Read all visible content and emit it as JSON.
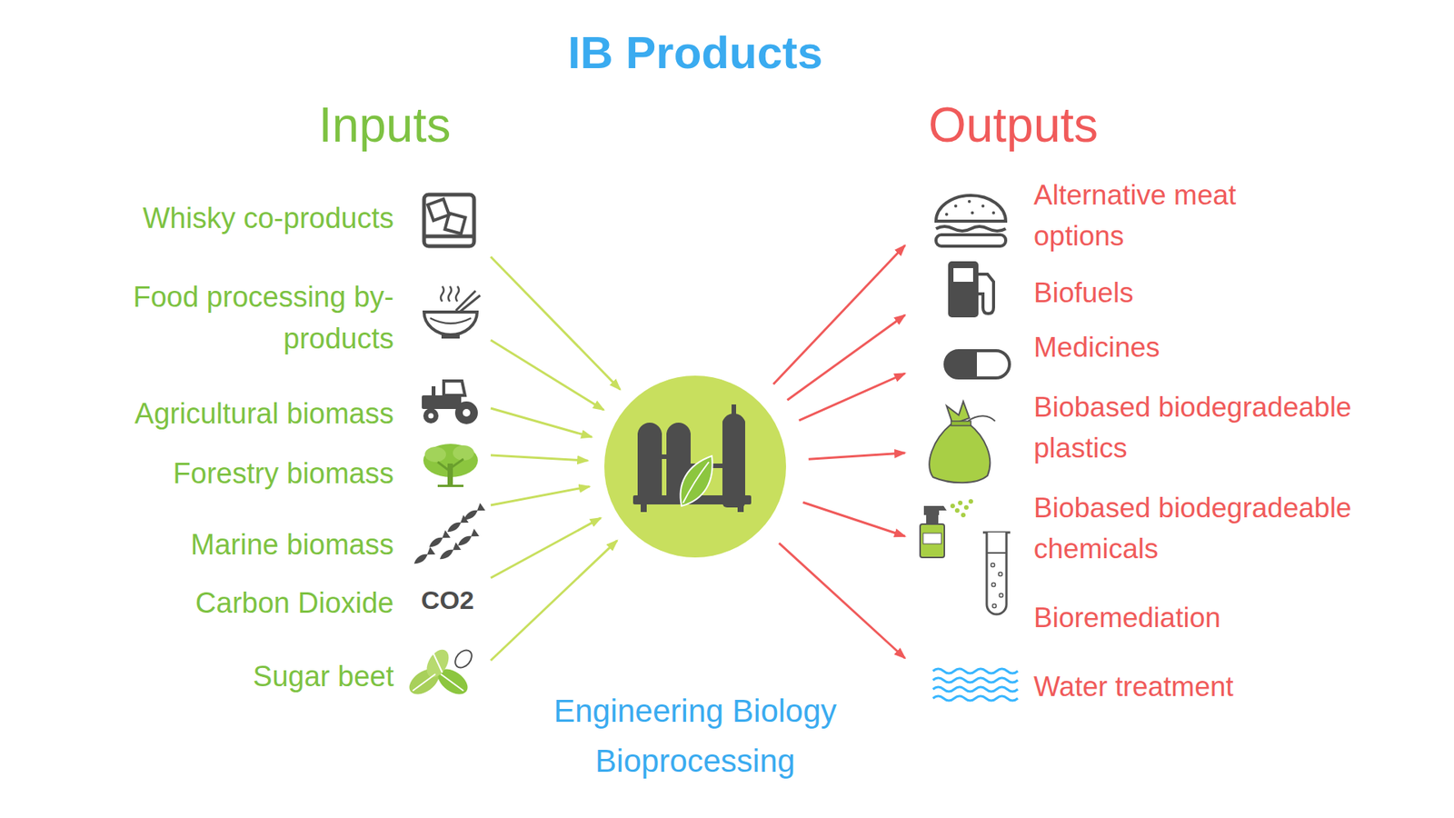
{
  "diagram": {
    "title": "IB Products",
    "nodes": [
      {
        "text": [
          "Whisky co-products"
        ]
      },
      {
        "text": [
          "Food processing by-products"
        ]
      },
      {
        "text": [
          "Agricultural biomass"
        ]
      },
      {
        "text": [
          "Forestry biomass"
        ]
      },
      {
        "text": [
          "Marine biomass"
        ]
      },
      {
        "text": [
          "Carbon Dioxide"
        ]
      },
      {
        "text": [
          "Sugar beet"
        ]
      },
      {
        "text": [
          "Engineering Biology Bioprocessing"
        ]
      },
      {
        "text": [
          "Alternative meat options"
        ]
      },
      {
        "text": [
          "Biofuels"
        ]
      },
      {
        "text": [
          "Medicines"
        ]
      },
      {
        "text": [
          "Biobased biodegradeable plastics"
        ]
      },
      {
        "text": [
          "Biobased biodegradeable chemicals"
        ]
      },
      {
        "text": [
          "Bioremediation"
        ]
      },
      {
        "text": [
          "Water treatment"
        ]
      }
    ],
    "edges": [
      {
        "from": 0,
        "to": 7,
        "arrow": "to"
      },
      {
        "from": 1,
        "to": 7,
        "arrow": "to"
      },
      {
        "from": 2,
        "to": 7,
        "arrow": "to"
      },
      {
        "from": 3,
        "to": 7,
        "arrow": "to"
      },
      {
        "from": 4,
        "to": 7,
        "arrow": "to"
      },
      {
        "from": 5,
        "to": 7,
        "arrow": "to"
      },
      {
        "from": 6,
        "to": 7,
        "arrow": "to"
      },
      {
        "from": 7,
        "to": 8,
        "arrow": "to"
      },
      {
        "from": 7,
        "to": 9,
        "arrow": "to"
      },
      {
        "from": 7,
        "to": 10,
        "arrow": "to"
      },
      {
        "from": 7,
        "to": 11,
        "arrow": "to"
      },
      {
        "from": 7,
        "to": 12,
        "arrow": "to"
      },
      {
        "from": 7,
        "to": 14,
        "arrow": "to"
      }
    ],
    "labels": [
      "Inputs",
      "Outputs",
      "CO2"
    ]
  }
}
